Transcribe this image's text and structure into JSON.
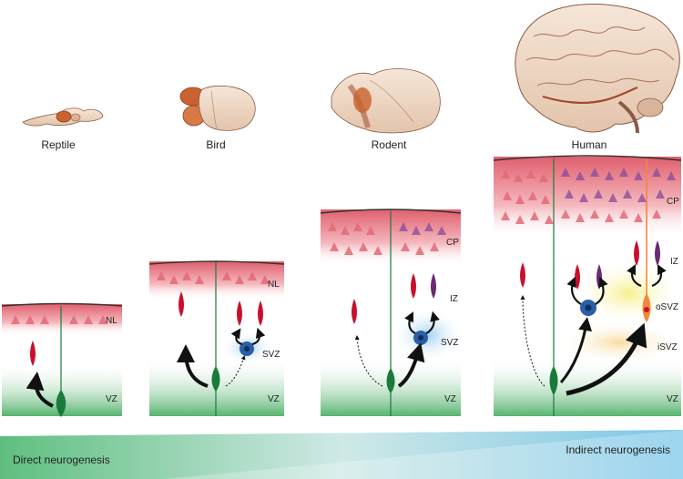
{
  "species": {
    "reptile": "Reptile",
    "bird": "Bird",
    "rodent": "Rodent",
    "human": "Human"
  },
  "zones": {
    "nl": "NL",
    "vz": "VZ",
    "svz": "SVZ",
    "cp": "CP",
    "iz": "IZ",
    "osvz": "oSVZ",
    "isvz": "iSVZ"
  },
  "gradient": {
    "left_label": "Direct neurogenesis",
    "right_label": "Indirect neurogenesis",
    "left_color": "#5fbf7f",
    "right_color": "#7cc6e8"
  },
  "colors": {
    "cortex_red": "#e8707c",
    "neuron_red": "#c8102e",
    "neuron_purple": "#6b2a72",
    "radial_glia_green": "#1a7a3a",
    "progenitor_blue": "#2a5fa8",
    "osvz_orange": "#f08a3c"
  }
}
